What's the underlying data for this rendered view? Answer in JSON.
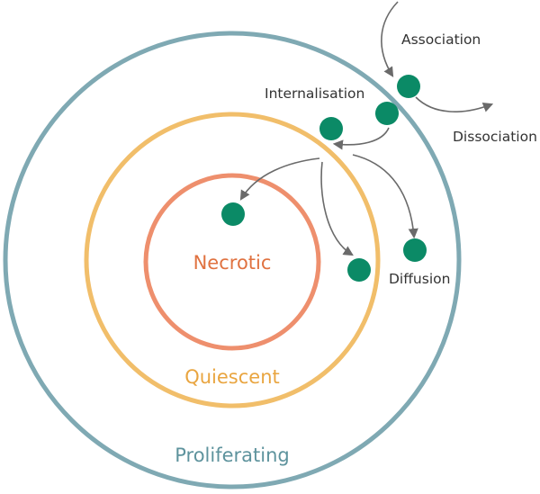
{
  "zones": [
    {
      "id": "proliferating",
      "label": "Proliferating",
      "color": "#7FA9B3"
    },
    {
      "id": "quiescent",
      "label": "Quiescent",
      "color": "#F1BE6A"
    },
    {
      "id": "necrotic",
      "label": "Necrotic",
      "color": "#EE8F6D"
    }
  ],
  "zone_label_colors": {
    "proliferating": "#5E939D",
    "quiescent": "#E9A540",
    "necrotic": "#E07240"
  },
  "processes": {
    "association": "Association",
    "dissociation": "Dissociation",
    "internalisation": "Internalisation",
    "diffusion": "Diffusion"
  },
  "colors": {
    "particle": "#0B8A66",
    "arrow": "#6A6A6A"
  }
}
